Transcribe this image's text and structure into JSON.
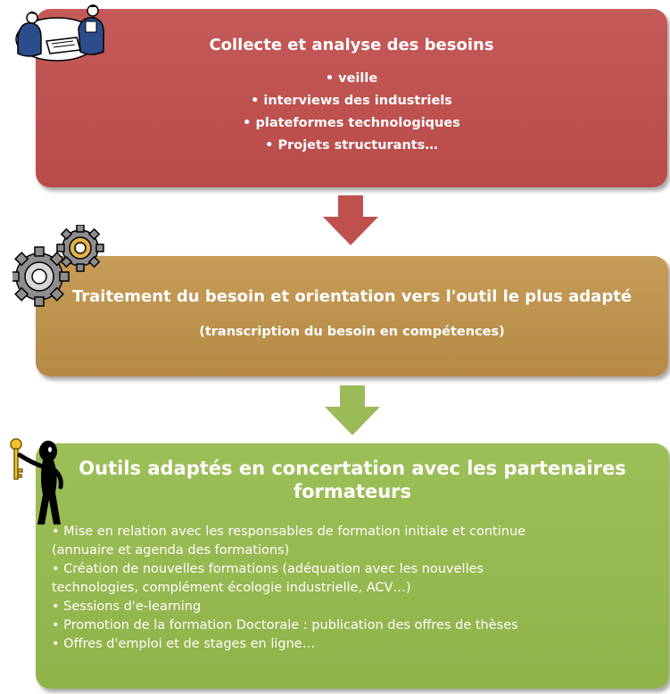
{
  "step1": {
    "title": "Collecte et analyse des besoins",
    "bullets": [
      "• veille",
      "• interviews des industriels",
      "•  plateformes technologiques",
      "• Projets structurants…"
    ]
  },
  "step2": {
    "title": "Traitement du besoin et orientation vers l'outil le plus adapté",
    "subtitle": "(transcription du besoin en compétences)"
  },
  "step3": {
    "title_line1": "Outils adaptés en concertation avec les partenaires",
    "title_line2": "formateurs",
    "bullets": [
      {
        "line1": "•  Mise en relation avec les responsables de formation initiale et continue",
        "line2": "(annuaire  et agenda des formations)"
      },
      {
        "line1": "•  Création de nouvelles formations (adéquation avec les nouvelles",
        "line2": "technologies, complément écologie industrielle, ACV…)"
      },
      {
        "line1": "•  Sessions d'e-learning",
        "line2": ""
      },
      {
        "line1": "• Promotion de la formation Doctorale : publication des offres de thèses",
        "line2": ""
      },
      {
        "line1": "• Offres d'emploi et de stages en ligne…",
        "line2": ""
      }
    ]
  },
  "colors": {
    "step1": "#c0504d",
    "step2": "#c0914f",
    "step3": "#9bbb59"
  },
  "icons": {
    "step1": "people-at-desk-clipart",
    "step2": "gears-clipart",
    "step3": "figure-with-key-clipart"
  }
}
